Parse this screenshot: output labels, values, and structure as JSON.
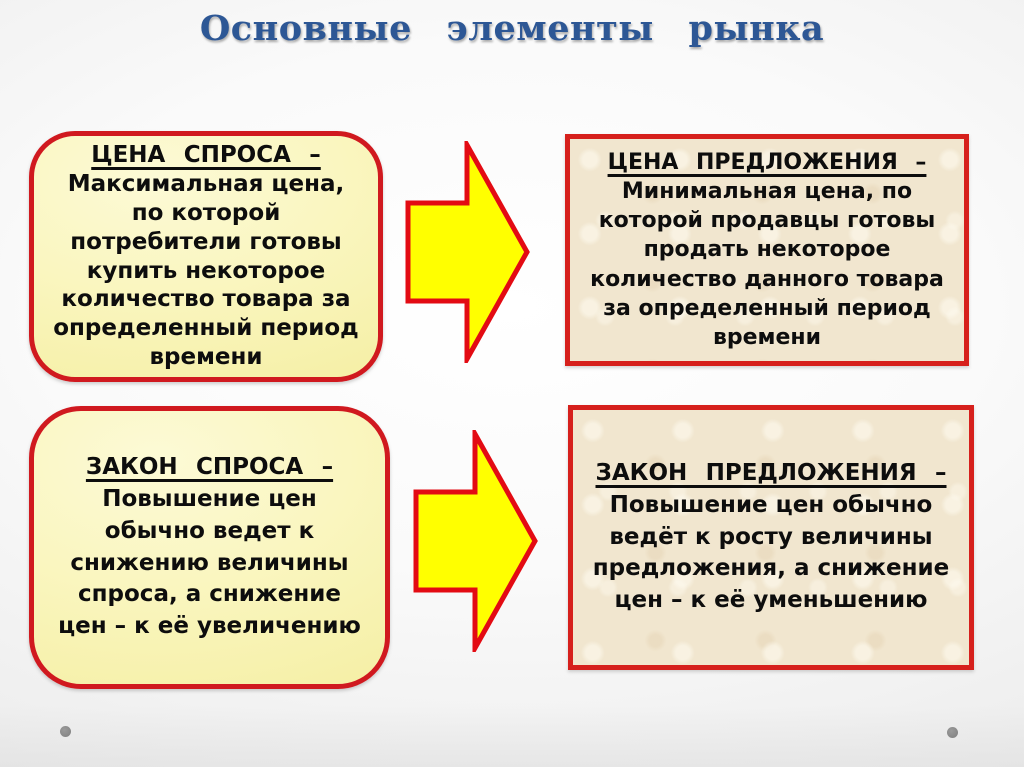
{
  "slide": {
    "title": "Основные элементы рынка",
    "boxes": [
      {
        "id": "demand-price",
        "heading": "ЦЕНА СПРОСА –",
        "body": "Максимальная цена,\nпо которой\nпотребители готовы\nкупить некоторое\nколичество товара за\nопределенный период\nвремени"
      },
      {
        "id": "supply-price",
        "heading": "ЦЕНА ПРЕДЛОЖЕНИЯ –",
        "body": "Минимальная цена, по\nкоторой продавцы готовы\nпродать некоторое\nколичество данного товара\nза определенный период\nвремени"
      },
      {
        "id": "demand-law",
        "heading": "ЗАКОН СПРОСА –",
        "body": "Повышение цен\nобычно ведет к\nснижению величины\nспроса, а снижение\nцен – к её увеличению"
      },
      {
        "id": "supply-law",
        "heading": "ЗАКОН ПРЕДЛОЖЕНИЯ –",
        "body": "Повышение цен обычно\nведёт к росту величины\nпредложения, а снижение\nцен – к её уменьшению"
      }
    ],
    "colors": {
      "title_blue": "#2d5795",
      "box_border_red": "#d0191f",
      "arrow_fill_yellow": "#ffff00",
      "arrow_stroke_red": "#e30b13",
      "yellow_box_fill": "#f8f3b2",
      "beige_box_fill": "#f1e6cf",
      "text_black": "#0d0d0d",
      "dot_gray": "#8c8c8c"
    }
  }
}
